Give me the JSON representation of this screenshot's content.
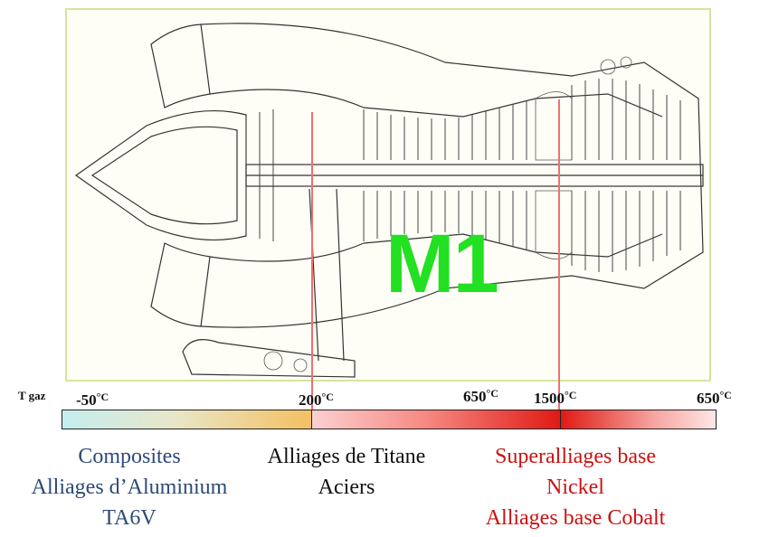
{
  "diagram": {
    "overlay_label": "M1",
    "scale_title": "T gaz",
    "temperature_ticks": [
      {
        "deg": "-50",
        "unit": "°C"
      },
      {
        "deg": "200",
        "unit": "°C"
      },
      {
        "deg": "650",
        "unit": "°C"
      },
      {
        "deg": "1500",
        "unit": "°C"
      },
      {
        "deg": "650",
        "unit": "°C"
      }
    ],
    "material_groups": [
      {
        "lines": [
          "Composites",
          "Alliages d’Aluminium",
          "TA6V"
        ],
        "color": "#2d4a78"
      },
      {
        "lines": [
          "Alliages de Titane",
          "Aciers"
        ],
        "color": "#111111"
      },
      {
        "lines": [
          "Superalliages base",
          "Nickel",
          "Alliages base Cobalt"
        ],
        "color": "#cc1111"
      }
    ],
    "colors": {
      "marker": "#f07070",
      "overlay": "#22e022",
      "bar_cold": "#c4eef0",
      "bar_warm": "#f4c062",
      "bar_hot": "#e01a14"
    }
  }
}
